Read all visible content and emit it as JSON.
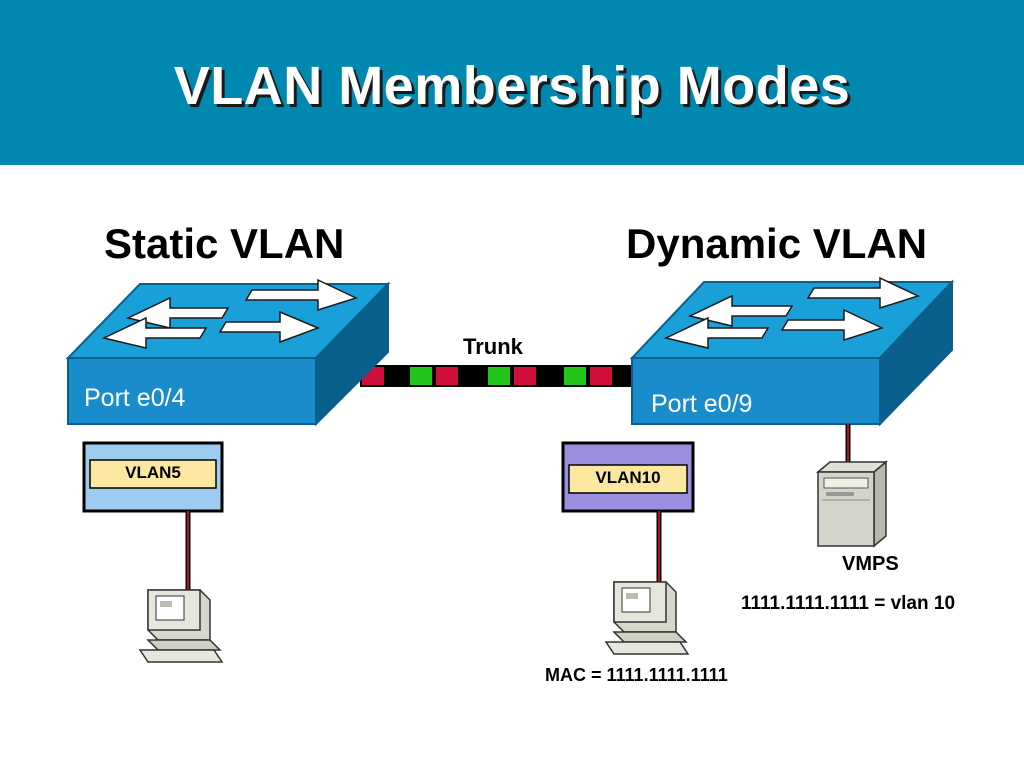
{
  "title": "VLAN  Membership Modes",
  "static": {
    "heading": "Static VLAN",
    "port": "Port e0/4",
    "vlan": "VLAN5"
  },
  "dynamic": {
    "heading": "Dynamic VLAN",
    "port": "Port e0/9",
    "vlan": "VLAN10",
    "mac": "MAC = 1111.1111.1111"
  },
  "trunk": "Trunk",
  "server": {
    "name": "VMPS",
    "mapping": "1111.1111.1111 = vlan 10"
  },
  "colors": {
    "banner": "#0088b0",
    "switch_top": "#1aa0d8",
    "switch_front": "#1a8ccc",
    "switch_side": "#0a5f8c",
    "vlan5_band": "#9ecbf0",
    "vlan10_band": "#9b8fe0",
    "tag_fill": "#fbe7a0",
    "trunk_red": "#d0103a",
    "trunk_green": "#22c41a",
    "cable": "#b3101e"
  }
}
